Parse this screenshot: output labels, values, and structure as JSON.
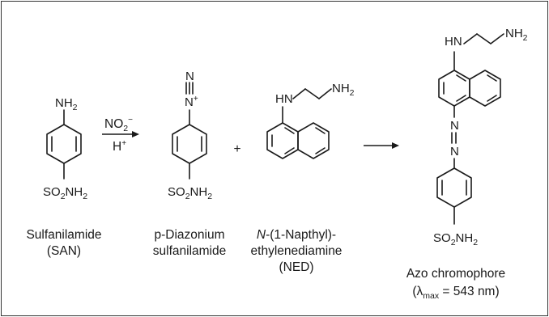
{
  "reagents": {
    "nitrite": {
      "base": "NO",
      "sub": "2",
      "sup": "−"
    },
    "acid": {
      "base": "H",
      "sup": "+"
    }
  },
  "plus": "+",
  "atoms": {
    "n": "N",
    "nh": "HN",
    "nh2": {
      "base": "NH",
      "sub": "2"
    },
    "so2nh2": {
      "a": "SO",
      "sub1": "2",
      "b": "NH",
      "sub2": "2"
    },
    "plus_charge": "+"
  },
  "compounds": {
    "san": {
      "line1": "Sulfanilamide",
      "line2": "(SAN)"
    },
    "diazonium": {
      "line1": "p-Diazonium",
      "line2": "sulfanilamide"
    },
    "ned": {
      "line1_italic": "N",
      "line1_rest": "-(1-Napthyl)-",
      "line2": "ethylenediamine",
      "line3": "(NED)"
    },
    "azo": {
      "line1": "Azo chromophore",
      "lambda": "λ",
      "lambda_sub": "max",
      "rest": " = 543 nm",
      "open": "(",
      "close": ")"
    }
  }
}
